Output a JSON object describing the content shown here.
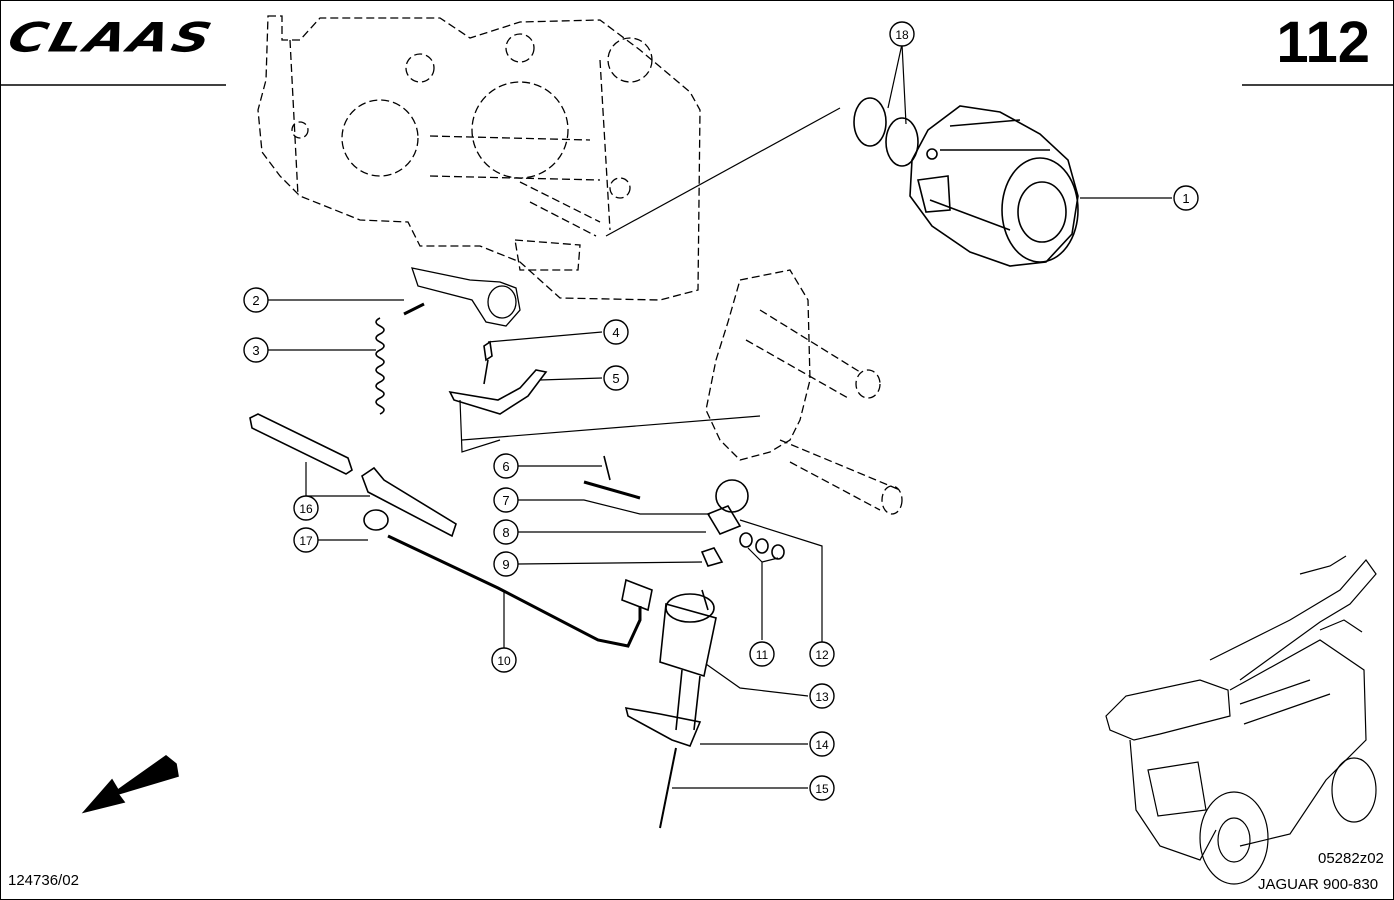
{
  "header": {
    "brand": "CLAAS",
    "page_number": "112"
  },
  "footer": {
    "drawing_number": "124736/02",
    "inset_code": "05282z02",
    "model": "JAGUAR 900-830"
  },
  "callouts": [
    {
      "id": "c1",
      "label": "1"
    },
    {
      "id": "c2",
      "label": "2"
    },
    {
      "id": "c3",
      "label": "3"
    },
    {
      "id": "c4",
      "label": "4"
    },
    {
      "id": "c5",
      "label": "5"
    },
    {
      "id": "c6",
      "label": "6"
    },
    {
      "id": "c7",
      "label": "7"
    },
    {
      "id": "c8",
      "label": "8"
    },
    {
      "id": "c9",
      "label": "9"
    },
    {
      "id": "c10",
      "label": "10"
    },
    {
      "id": "c11",
      "label": "11"
    },
    {
      "id": "c12",
      "label": "12"
    },
    {
      "id": "c13",
      "label": "13"
    },
    {
      "id": "c14",
      "label": "14"
    },
    {
      "id": "c15",
      "label": "15"
    },
    {
      "id": "c16",
      "label": "16"
    },
    {
      "id": "c17",
      "label": "17"
    },
    {
      "id": "c18",
      "label": "18"
    }
  ]
}
